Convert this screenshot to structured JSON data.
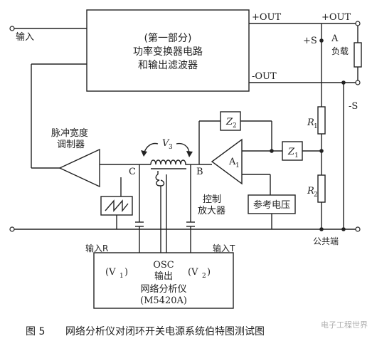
{
  "colors": {
    "line": "#222222",
    "background": "#ffffff",
    "watermark": "#b0b0b0"
  },
  "power_block": {
    "line1": "(第一部分)",
    "line2": "功率变换器电路",
    "line3": "和输出滤波器"
  },
  "labels": {
    "input": "输入",
    "plus_out_block": "+OUT",
    "plus_out_right": "+OUT",
    "minus_out": "-OUT",
    "plus_s": "+S",
    "node_a": "A",
    "load": "负载",
    "minus_s": "-S",
    "r1": "R",
    "r1_sub": "1",
    "r2": "R",
    "r2_sub": "2",
    "z1": "Z",
    "z1_sub": "1",
    "z2": "Z",
    "z2_sub": "2",
    "a1": "A",
    "a1_sub": "1",
    "ref_voltage": "参考电压",
    "pwm_line1": "脉冲宽度",
    "pwm_line2": "调制器",
    "node_c": "C",
    "node_b": "B",
    "v3": "V",
    "v3_sub": "3",
    "control_line1": "控制",
    "control_line2": "放大器",
    "common": "公共端",
    "input_r": "输入R",
    "input_t": "输入T"
  },
  "analyzer": {
    "v1": "(V",
    "v1_sub": "1",
    "v1_close": ")",
    "osc_line1": "OSC",
    "osc_line2": "输出",
    "v2": "(V",
    "v2_sub": "2",
    "v2_close": ")",
    "name_line1": "网络分析仪",
    "name_line2": "(M5420A)"
  },
  "caption": {
    "fig": "图 5",
    "text": "网络分析仪对闭环开关电源系统伯特图测试图"
  },
  "watermark": "电子工程世界"
}
